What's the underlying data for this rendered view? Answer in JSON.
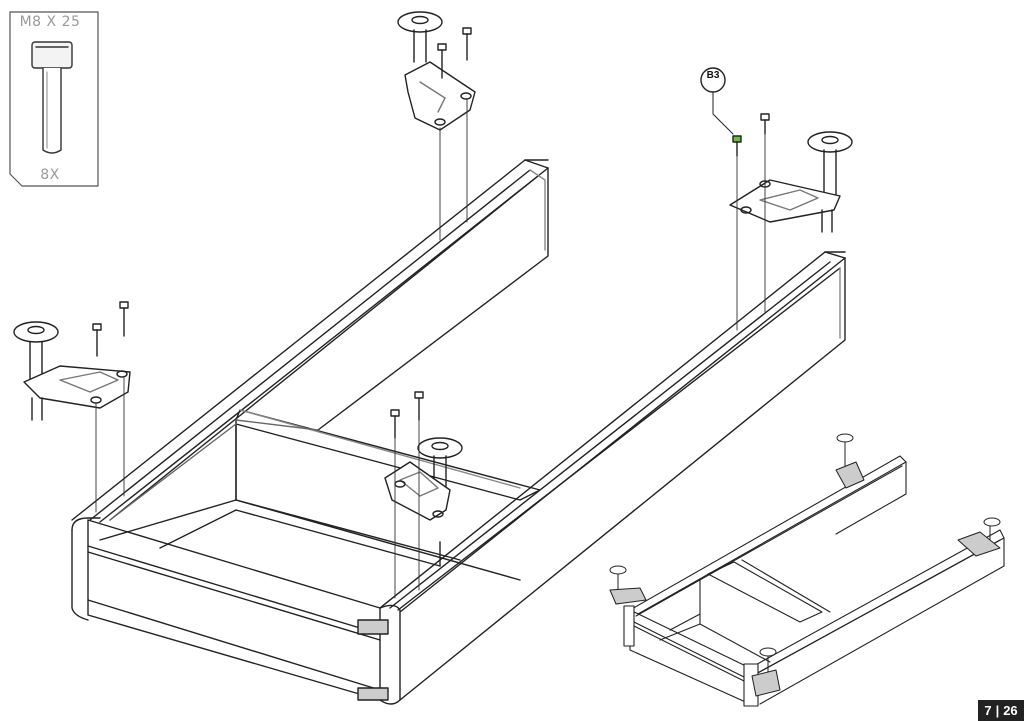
{
  "parts_box": {
    "size_label": "M8 X 25",
    "quantity_label": "8X"
  },
  "callout": {
    "label": "B3",
    "highlight_color": "#6abf3a"
  },
  "page_number": {
    "current": "7",
    "separator": "|",
    "total": "26"
  },
  "colors": {
    "line": "#222222",
    "panel_gray": "#c8c8c8"
  }
}
